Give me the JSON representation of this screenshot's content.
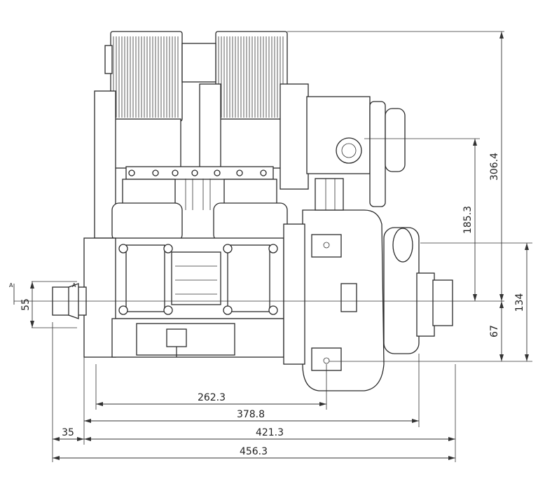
{
  "drawing": {
    "labels": {
      "section_mark_a_left": "A",
      "section_mark_a_right": "A"
    },
    "dimensions": {
      "width_262": "262.3",
      "width_378": "378.8",
      "width_421": "421.3",
      "width_456": "456.3",
      "offset_35": "35",
      "height_306": "306.4",
      "height_185": "185.3",
      "height_134": "134",
      "height_67": "67",
      "shaft_55": "55"
    }
  }
}
